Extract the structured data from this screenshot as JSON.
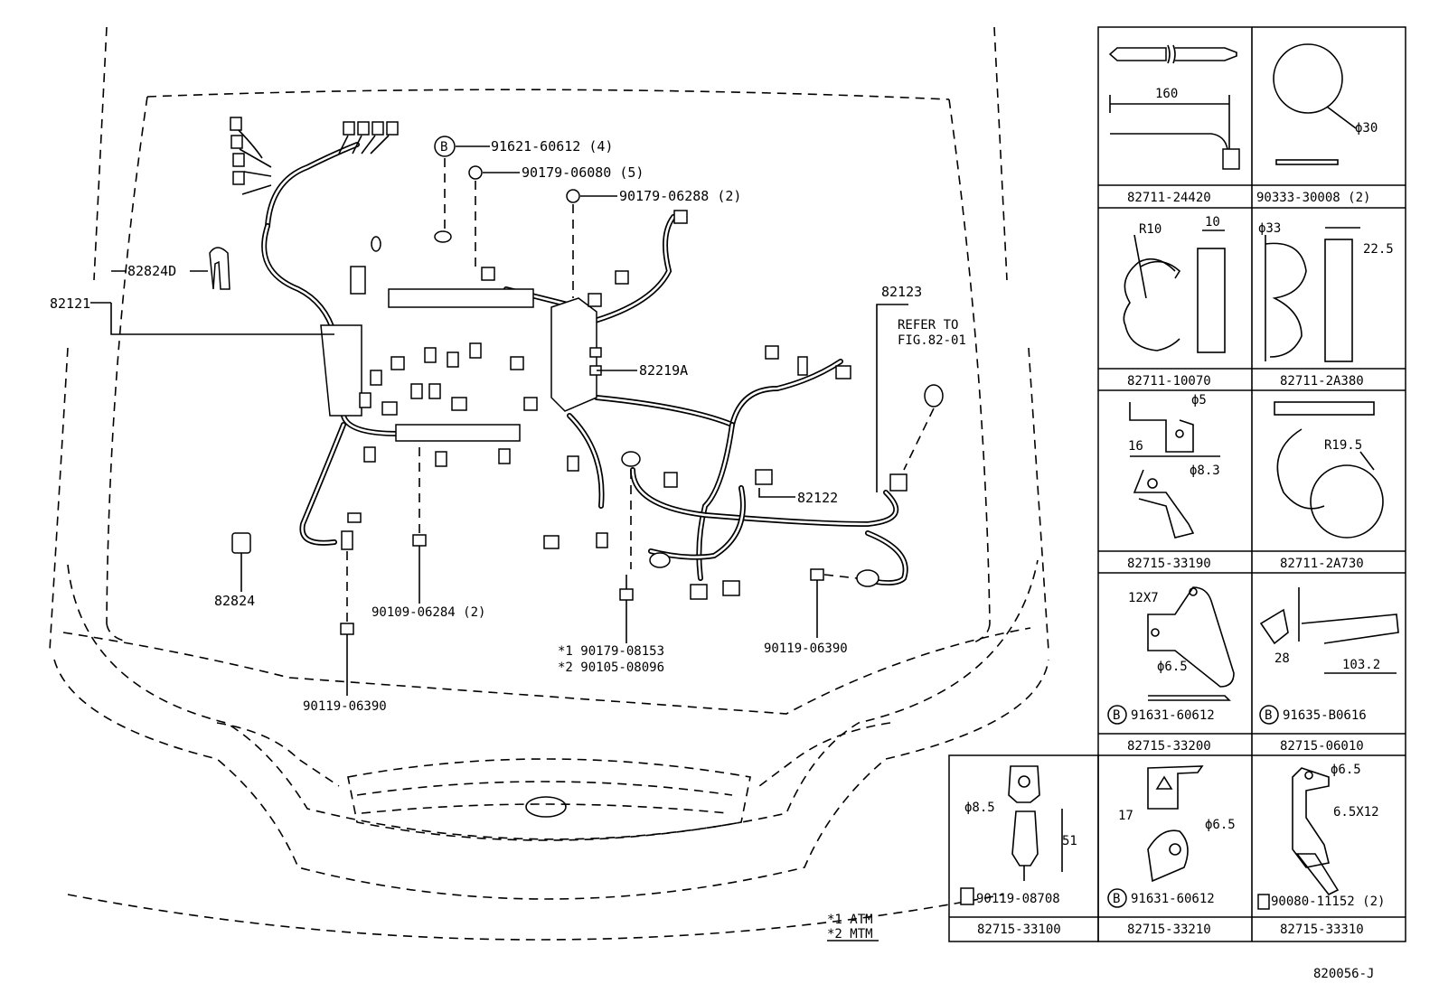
{
  "diagram_id": "820056-J",
  "legend": {
    "atm": "*1 ATM",
    "mtm": "*2 MTM"
  },
  "main_labels": {
    "l82121": "82121",
    "l82824D": "82824D",
    "l82824": "82824",
    "l82123": "82123",
    "refer1": "REFER TO",
    "refer2": "FIG.82-01",
    "l82219A": "82219A",
    "l82122": "82122",
    "b91621": "91621-60612 (4)",
    "b90179a": "90179-06080 (5)",
    "b90179b": "90179-06288 (2)",
    "b90109": "90109-06284 (2)",
    "b90119a": "90119-06390",
    "b90119b": "90119-06390",
    "atm_part": "*1  90179-08153",
    "mtm_part": "*2  90105-08096"
  },
  "parts_table": {
    "cells": [
      {
        "id": "c1",
        "part": "82711-24420",
        "dims": [
          "160"
        ]
      },
      {
        "id": "c2",
        "part": "90333-30008 (2)",
        "dims": [
          "ϕ30"
        ]
      },
      {
        "id": "c3",
        "part": "82711-10070",
        "dims": [
          "R10",
          "10"
        ]
      },
      {
        "id": "c4",
        "part": "82711-2A380",
        "dims": [
          "ϕ33",
          "22.5"
        ]
      },
      {
        "id": "c5",
        "part": "82715-33190",
        "dims": [
          "ϕ5",
          "16",
          "ϕ8.3"
        ]
      },
      {
        "id": "c6",
        "part": "82711-2A730",
        "dims": [
          "R19.5"
        ]
      },
      {
        "id": "c7",
        "part": "82715-33200",
        "dims": [
          "12X7",
          "ϕ6.5"
        ],
        "bolt": "91631-60612"
      },
      {
        "id": "c8",
        "part": "82715-06010",
        "dims": [
          "28",
          "103.2"
        ],
        "bolt": "91635-B0616"
      },
      {
        "id": "c9",
        "part": "82715-33100",
        "dims": [
          "ϕ8.5",
          "51"
        ],
        "bolt": "90119-08708"
      },
      {
        "id": "c10",
        "part": "82715-33210",
        "dims": [
          "17",
          "ϕ6.5"
        ],
        "bolt": "91631-60612"
      },
      {
        "id": "c11",
        "part": "82715-33310",
        "dims": [
          "ϕ6.5",
          "6.5X12"
        ],
        "bolt": "90080-11152 (2)"
      }
    ],
    "bolt_marker": "B"
  }
}
